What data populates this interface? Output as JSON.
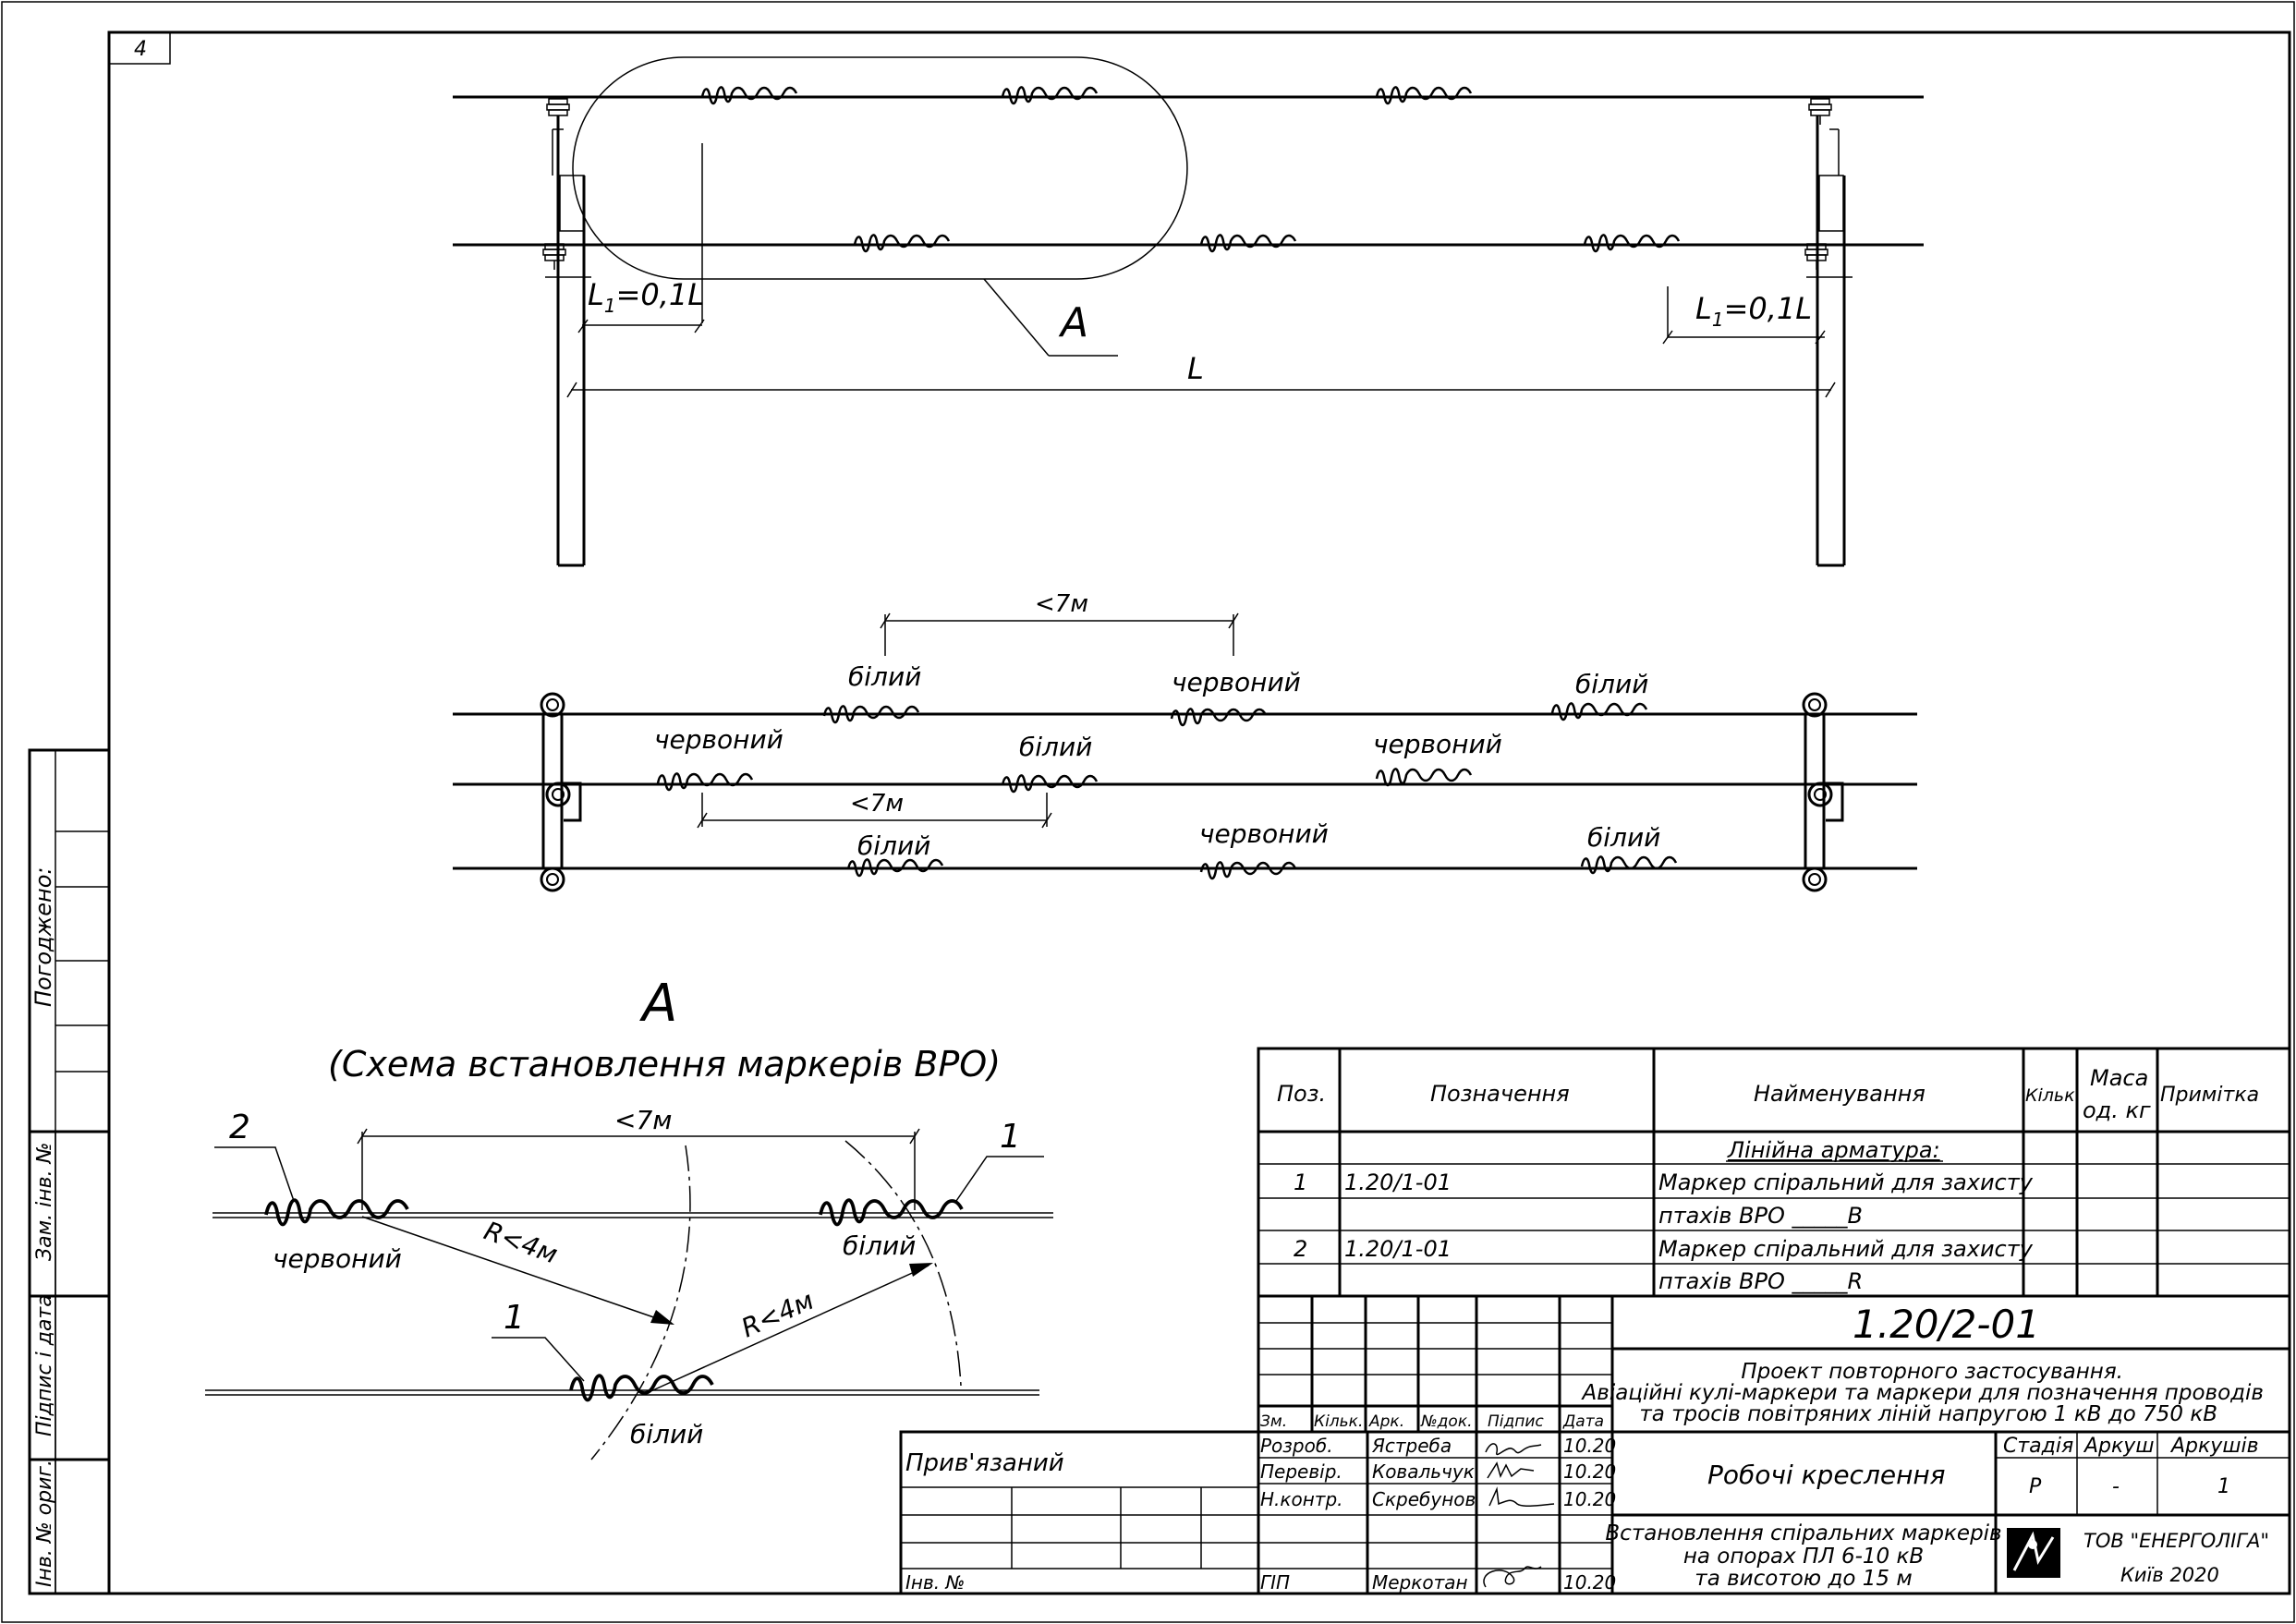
{
  "sheet": {
    "corner_number": "4"
  },
  "top_view": {
    "callout_letter": "A",
    "l1_left": "L",
    "l1_left_sub": "1",
    "l1_left_eq": "=0,1L",
    "l1_right": "L",
    "l1_right_sub": "1",
    "l1_right_eq": "=0,1L",
    "span_label": "L"
  },
  "plan_view": {
    "spacing_top": "<7м",
    "spacing_mid": "<7м",
    "top_labels": [
      "білий",
      "червоний",
      "білий"
    ],
    "mid_labels": [
      "червоний",
      "білий",
      "червоний"
    ],
    "bot_labels": [
      "білий",
      "червоний",
      "білий"
    ]
  },
  "detail": {
    "letter": "A",
    "caption": "(Схема встановлення маркерів ВРО)",
    "spacing": "<7м",
    "pos2": "2",
    "pos1_right": "1",
    "pos1_low": "1",
    "label_red": "червоний",
    "label_white_upper": "білий",
    "label_white_lower": "білий",
    "radius1": "R<4м",
    "radius2": "R<4м"
  },
  "spec_table": {
    "headers": {
      "pos": "Поз.",
      "designation": "Позначення",
      "name": "Найменування",
      "qty": "Кільк.",
      "mass_1": "Маса",
      "mass_2": "од. кг",
      "note": "Примітка"
    },
    "section_title": "Лінійна арматура:",
    "rows": [
      {
        "pos": "1",
        "designation": "1.20/1-01",
        "name_line1": "Маркер спіральний для захисту",
        "name_line2": "птахів ВРО _____B"
      },
      {
        "pos": "2",
        "designation": "1.20/1-01",
        "name_line1": "Маркер спіральний для захисту",
        "name_line2": "птахів ВРО _____R"
      }
    ]
  },
  "title_block": {
    "doc_code": "1.20/2-01",
    "project_line1": "Проект повторного застосування.",
    "project_line2": "Авіаційні кулі-маркери та маркери для позначення проводів",
    "project_line3": "та тросів повітряних ліній напругою 1 кВ до 750 кВ",
    "col_headers": [
      "Зм.",
      "Кільк.",
      "Арк.",
      "№док.",
      "Підпис",
      "Дата"
    ],
    "people": [
      {
        "role": "Розроб.",
        "name": "Ястреба",
        "date": "10.20"
      },
      {
        "role": "Перевір.",
        "name": "Ковальчук",
        "date": "10.20"
      },
      {
        "role": "Н.контр.",
        "name": "Скребунов",
        "date": "10.20"
      },
      {
        "role": "ГІП",
        "name": "Меркотан",
        "date": "10.20"
      }
    ],
    "stage_header": "Стадія",
    "sheet_header": "Аркуш",
    "sheets_header": "Аркушів",
    "stage": "Р",
    "sheet": "-",
    "sheets": "1",
    "work_title": "Робочі креслення",
    "drawing_title_1": "Встановлення спіральних маркерів",
    "drawing_title_2": "на опорах ПЛ 6-10 кВ",
    "drawing_title_3": "та висотою до 15 м",
    "company": "ТОВ \"ЕНЕРГОЛІГА\"",
    "city_year": "Київ 2020",
    "attached": "Прив'язаний",
    "inv_no": "Інв. №"
  },
  "side_strip": {
    "agreed": "Погоджено:",
    "replaced_inv": "Зам. інв. №",
    "sign_date": "Підпис і дата",
    "orig_inv": "Інв. № ориг."
  }
}
